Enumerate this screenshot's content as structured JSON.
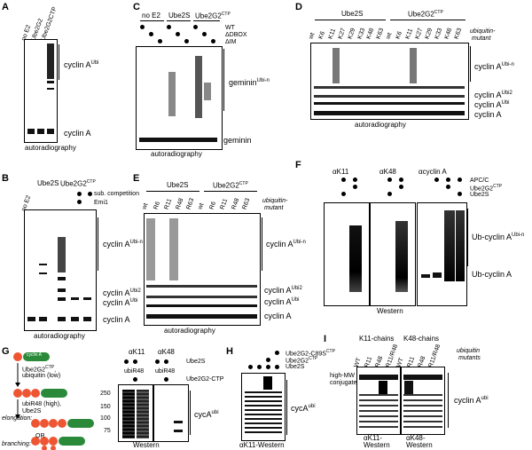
{
  "panels": {
    "A": {
      "label": "A",
      "lanes": [
        "no E2",
        "Ube2G2",
        "Ube2G2CTP"
      ],
      "bands": {
        "ubi": "cyclin A",
        "ubi_sup": "Ubi",
        "base": "cyclin A"
      },
      "caption": "autoradiography"
    },
    "B": {
      "label": "B",
      "lanes": [
        "no E2",
        "Ube2S",
        "Ube2G2",
        "CTP"
      ],
      "row1": "sub. competition",
      "row2": "Emi1",
      "bands": {
        "ubin": "cyclin A",
        "ubin_sup": "Ubi-n",
        "ubi2": "cyclin A",
        "ubi2_sup": "Ubi2",
        "ubi": "cyclin A",
        "ubi_sup": "Ubi",
        "base": "cyclin A"
      },
      "caption": "autoradiography"
    },
    "C": {
      "label": "C",
      "groups": [
        "no E2",
        "Ube2S",
        "Ube2G2",
        "CTP"
      ],
      "rows": [
        "WT",
        "ΔDBOX",
        "ΔIM"
      ],
      "bands": {
        "ubin": "geminin",
        "ubin_sup": "Ubi-n",
        "base": "geminin"
      },
      "caption": "autoradiography"
    },
    "D": {
      "label": "D",
      "groups": [
        "Ube2S",
        "Ube2G2",
        "CTP"
      ],
      "lanes": [
        "wt",
        "K6",
        "K11",
        "K27",
        "K29",
        "K33",
        "K48",
        "K63",
        "wt",
        "K6",
        "K11",
        "K27",
        "K29",
        "K33",
        "K48",
        "K63"
      ],
      "mutant": [
        "ubiquitin-",
        "mutant"
      ],
      "bands": {
        "ubin": "cyclin A",
        "ubin_sup": "Ubi-n",
        "ubi2": "cyclin A",
        "ubi2_sup": "Ubi2",
        "ubi": "cyclin A",
        "ubi_sup": "Ubi",
        "base": "cyclin A"
      },
      "caption": "autoradiography"
    },
    "E": {
      "label": "E",
      "groups": [
        "Ube2S",
        "Ube2G2",
        "CTP"
      ],
      "lanes": [
        "wt",
        "R6",
        "R11",
        "R48",
        "R63",
        "wt",
        "R6",
        "R11",
        "R48",
        "R63"
      ],
      "mutant": [
        "ubiquitin-",
        "mutant"
      ],
      "bands": {
        "ubin": "cyclin A",
        "ubin_sup": "Ubi-n",
        "ubi2": "cyclin A",
        "ubi2_sup": "Ubi2",
        "ubi": "cyclin A",
        "ubi_sup": "Ubi",
        "base": "cyclin A"
      },
      "caption": "autoradiography"
    },
    "F": {
      "label": "F",
      "heads": [
        "αK11",
        "αK48",
        "αcyclin A"
      ],
      "rows": [
        "APC/C",
        "Ube2G2",
        "CTP",
        "Ube2S"
      ],
      "bands": {
        "ubin": "Ub-cyclin A",
        "ubin_sup": "Ubi-n",
        "base": "Ub-cyclin A"
      },
      "caption": "Western"
    },
    "G": {
      "label": "G",
      "scheme": {
        "cyc": "cyclin A",
        "ub": "Ub",
        "step1a": "Ube2G2",
        "step1b": "CTP",
        ",": ",",
        "step1c": "ubiquitin (low)",
        "step2a": "ubiR48 (high),",
        "step2b": "Ube2S",
        "elong": "elongation:",
        "or": "OR",
        "branch": "branching:"
      },
      "heads": [
        "αK11",
        "αK48"
      ],
      "rows": {
        "r1": "Ube2S",
        "r2": "ubiR48",
        "r3": "ubiR48",
        "r4": "Ube2G2-CTP"
      },
      "mw": [
        "250",
        "150",
        "100",
        "75"
      ],
      "band": "cycA",
      "band_sup": "ubi",
      "caption": "Western"
    },
    "H": {
      "label": "H",
      "rows": [
        "Ube2G2-C89S",
        "CTP",
        "Ube2G2",
        "Ube2S"
      ],
      "band": "cycA",
      "band_sup": "ubi",
      "caption": "αK11-Western"
    },
    "I": {
      "label": "I",
      "heads": [
        "K11-chains",
        "K48-chains"
      ],
      "lanes": [
        "WT",
        "R11",
        "R48",
        "R11/R48",
        "WT",
        "R11",
        "R48",
        "R11/R48"
      ],
      "mutant": [
        "ubiquitin",
        "mutants"
      ],
      "hmw": [
        "high-MW",
        "conjugates"
      ],
      "band": "cyclin A",
      "band_sup": "ubi",
      "captions": [
        "αK11-",
        "Western",
        "αK48-",
        "Western"
      ]
    }
  }
}
